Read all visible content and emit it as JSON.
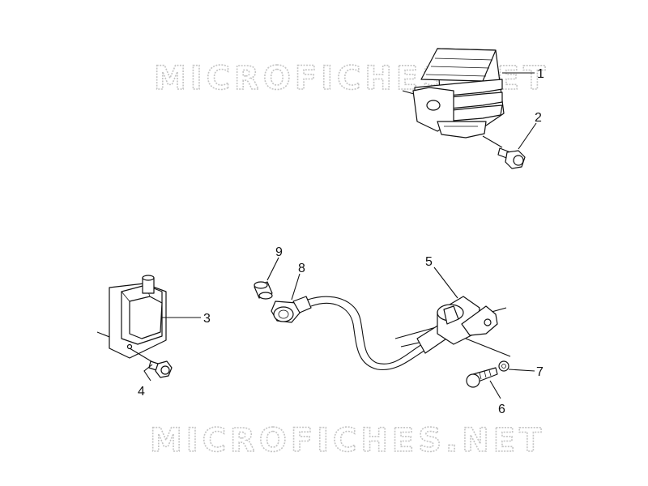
{
  "watermark": {
    "text": "MICROFICHES.NET"
  },
  "labels": {
    "p1": "1",
    "p2": "2",
    "p3": "3",
    "p4": "4",
    "p5": "5",
    "p6": "6",
    "p7": "7",
    "p8": "8",
    "p9": "9"
  },
  "colors": {
    "ink": "#111111",
    "watermark": "#c4c4c4",
    "background": "#ffffff"
  }
}
